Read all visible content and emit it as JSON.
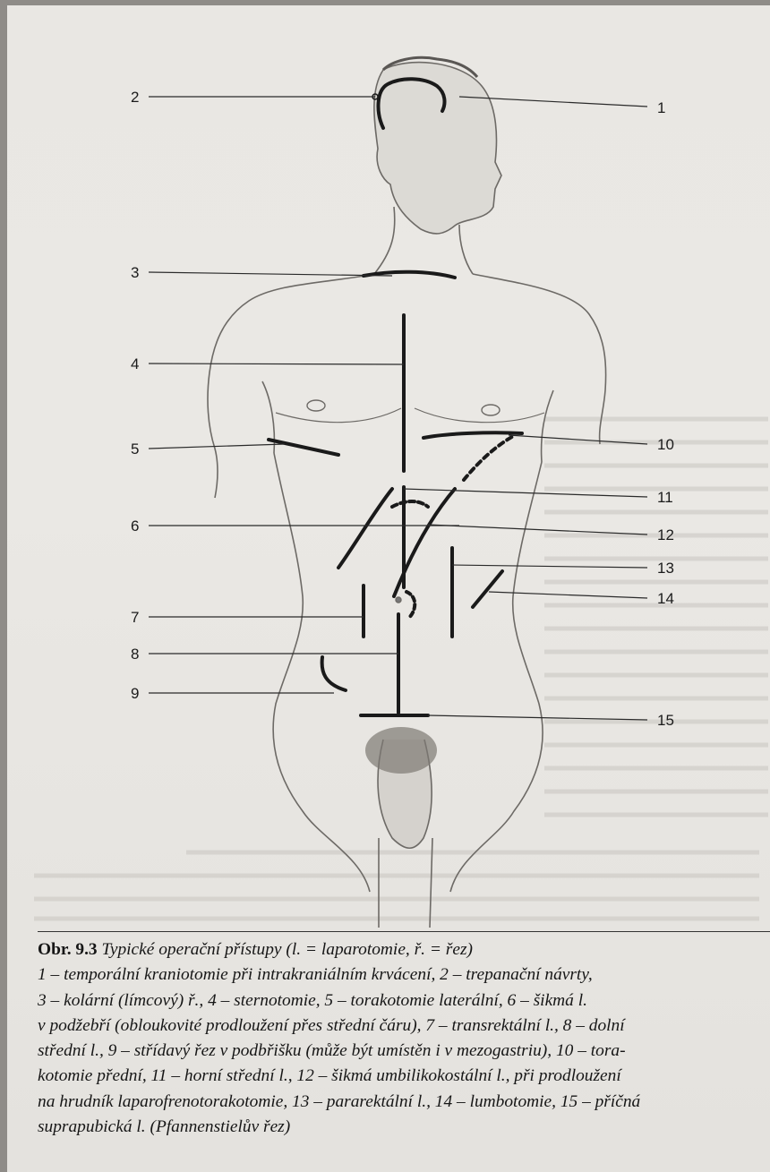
{
  "figure": {
    "labels": [
      "1",
      "2",
      "3",
      "4",
      "5",
      "6",
      "7",
      "8",
      "9",
      "10",
      "11",
      "12",
      "13",
      "14",
      "15"
    ]
  },
  "caption": {
    "title": "Obr. 9.3",
    "subtitle": "Typické operační přístupy (l. = laparotomie, ř. = řez)",
    "lines": [
      "1 – temporální kraniotomie při intrakraniálním krvácení, 2 – trepanační návrty,",
      "3 – kolární (límcový) ř., 4 – sternotomie, 5 – torakotomie laterální, 6 – šikmá l.",
      "v podžebří (obloukovité prodloužení přes střední čáru), 7 – transrektální l., 8 – dolní",
      "střední l., 9 – střídavý řez v podbřišku (může být umístěn i v mezogastriu), 10 – tora-",
      "kotomie přední, 11 – horní střední l., 12 – šikmá umbilikokostální l., při prodloužení",
      "na hrudník laparofrenotorakotomie, 13 – pararektální l., 14 – lumbotomie, 15 – příčná",
      "suprapubická l. (Pfannenstielův řez)"
    ]
  }
}
